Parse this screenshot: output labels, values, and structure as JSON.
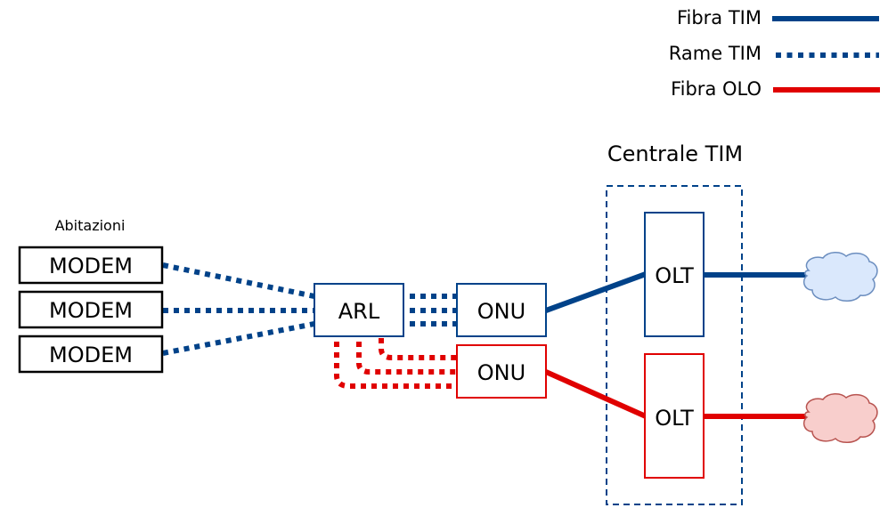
{
  "legend": {
    "items": [
      {
        "label": "Fibra TIM",
        "style": "solid",
        "color": "#004289"
      },
      {
        "label": "Rame TIM",
        "style": "dotted",
        "color": "#004289"
      },
      {
        "label": "Fibra OLO",
        "style": "solid",
        "color": "#e00000"
      }
    ]
  },
  "labels": {
    "houses": "Abitazioni",
    "central_office": "Centrale TIM"
  },
  "nodes": {
    "modem1": "MODEM",
    "modem2": "MODEM",
    "modem3": "MODEM",
    "arl": "ARL",
    "onu_tim": "ONU",
    "onu_olo": "ONU",
    "olt_tim": "OLT",
    "olt_olo": "OLT"
  },
  "colors": {
    "tim_blue": "#004289",
    "olo_red": "#e00000",
    "cloud_tim_fill": "#dae8fc",
    "cloud_tim_stroke": "#6c8ebf",
    "cloud_olo_fill": "#f8cecc",
    "cloud_olo_stroke": "#b85450"
  }
}
